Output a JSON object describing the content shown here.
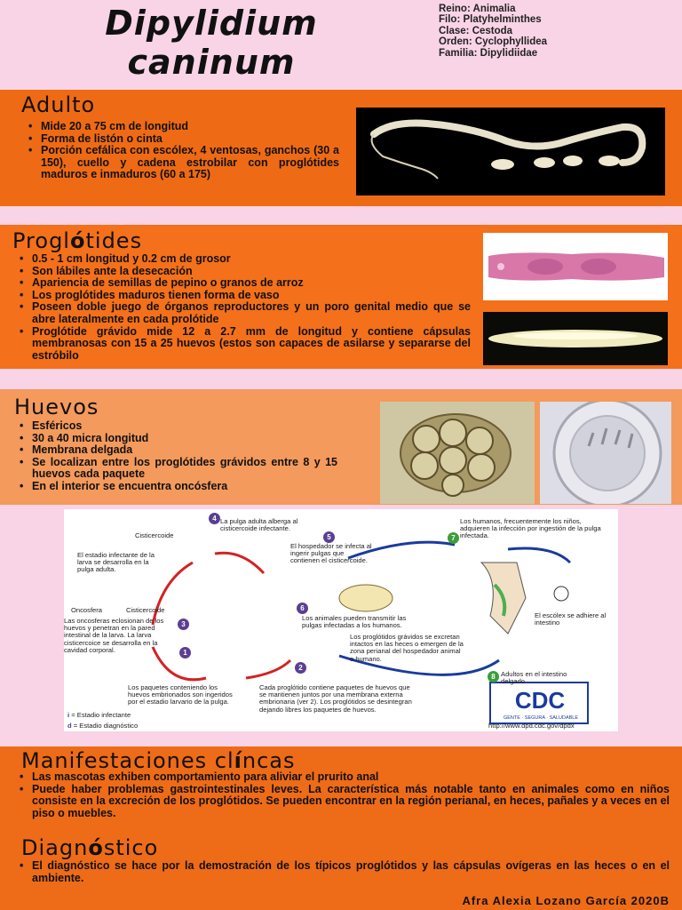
{
  "title": {
    "line1": "Dipylidium",
    "line2": "caninum"
  },
  "taxonomy": [
    "Reino: Animalia",
    "Filo: Platyhelminthes",
    "Clase: Cestoda",
    "Orden: Cyclophyllidea",
    "Familia: Dipylidiidae"
  ],
  "adulto": {
    "heading": "Adulto",
    "items": [
      "Mide 20 a 75 cm de longitud",
      "Forma de listón o cinta",
      "Porción cefálica con escólex, 4 ventosas, ganchos (30 a 150), cuello y cadena estrobilar con proglótides maduros e inmaduros (60 a 175)"
    ]
  },
  "proglotides": {
    "heading_a": "Progl",
    "heading_b": "ó",
    "heading_c": "tides",
    "items": [
      "0.5 - 1 cm longitud y 0.2 cm de grosor",
      "Son lábiles ante la desecación",
      "Apariencia de semillas de pepino o granos de arroz",
      "Los proglótides maduros tienen forma de vaso",
      "Poseen doble juego de órganos reproductores y un poro genital medio que se abre lateralmente en cada prolótide",
      "Proglótide grávido mide 12 a 2.7 mm de longitud y contiene cápsulas membranosas con 15 a 25 huevos (estos son capaces de asilarse y separarse del estróbilo"
    ]
  },
  "huevos": {
    "heading": "Huevos",
    "items": [
      "Esféricos",
      "30 a 40 micra longitud",
      "Membrana delgada",
      "Se localizan entre los proglótides grávidos entre 8 y 15 huevos cada paquete",
      "En el interior se encuentra oncósfera"
    ]
  },
  "cycle": {
    "t_cisticercoide_label": "Cisticercoide",
    "t4": "La pulga adulta alberga al cisticercoide infectante.",
    "t_estadio": "El estadio infectante de la larva se desarrolla en la pulga adulta.",
    "t5": "El hospedador se infecta al ingerir pulgas que contienen el cisticercoide.",
    "t7": "Los humanos, frecuentemente los niños, adquieren la infección por ingestión de la pulga infectada.",
    "t_oncosfera": "Oncosfera",
    "t_cisticercoide2": "Cisticercoide",
    "t_oncosferas": "Las oncosferas eclosionan de los huevos y penetran en la pared intestinal de la larva. La larva cisticercoice se desarrolla en la cavidad corporal.",
    "t6": "Los animales pueden transmitir las pulgas infectadas a los humanos.",
    "t_escolex": "El escólex se adhiere al intestino",
    "t_proglotidos": "Los proglótidos grávidos se excretan intactos en las heces o emergen de la zona perianal del hospedador animal o humano.",
    "t8": "Adultos en el intestino delgado",
    "t1": "Los paquetes conteniendo los huevos embrionados son ingeridos por el estadio larvario de la pulga.",
    "t2": "Cada proglótido contiene paquetes de huevos que se mantienen juntos por una membrana externa embrionaria (ver 2). Los proglótidos se desintegran dejando libres los paquetes de huevos.",
    "legend_i": "= Estadio infectante",
    "legend_d": "= Estadio diagnóstico",
    "cdc": "CDC",
    "cdc_sub": "GENTE · SEGURA · SALUDABLE",
    "cdc_url": "http://www.dpd.cdc.gov/dpdx",
    "n1": "1",
    "n2": "2",
    "n3": "3",
    "n4": "4",
    "n5": "5",
    "n6": "6",
    "n7": "7",
    "n8": "8",
    "letter_i": "i",
    "letter_d": "d"
  },
  "manifestaciones": {
    "heading_a": "Manifestaciones cl",
    "heading_b": "í",
    "heading_c": "ncas",
    "items": [
      "Las mascotas exhiben comportamiento para aliviar el prurito anal",
      "Puede haber problemas gastrointestinales leves.  La característica más notable tanto en animales como en niños consiste en la excreción de los proglótidos.  Se pueden encontrar en la región perianal, en heces, pañales y a veces en el piso o muebles."
    ]
  },
  "diagnostico": {
    "heading_a": "Diagn",
    "heading_b": "ó",
    "heading_c": "stico",
    "items": [
      "El diagnóstico se hace por la demostración de los típicos proglótidos y las cápsulas ovígeras en las heces o en el ambiente."
    ]
  },
  "author": "Afra Alexia Lozano García 2020B"
}
